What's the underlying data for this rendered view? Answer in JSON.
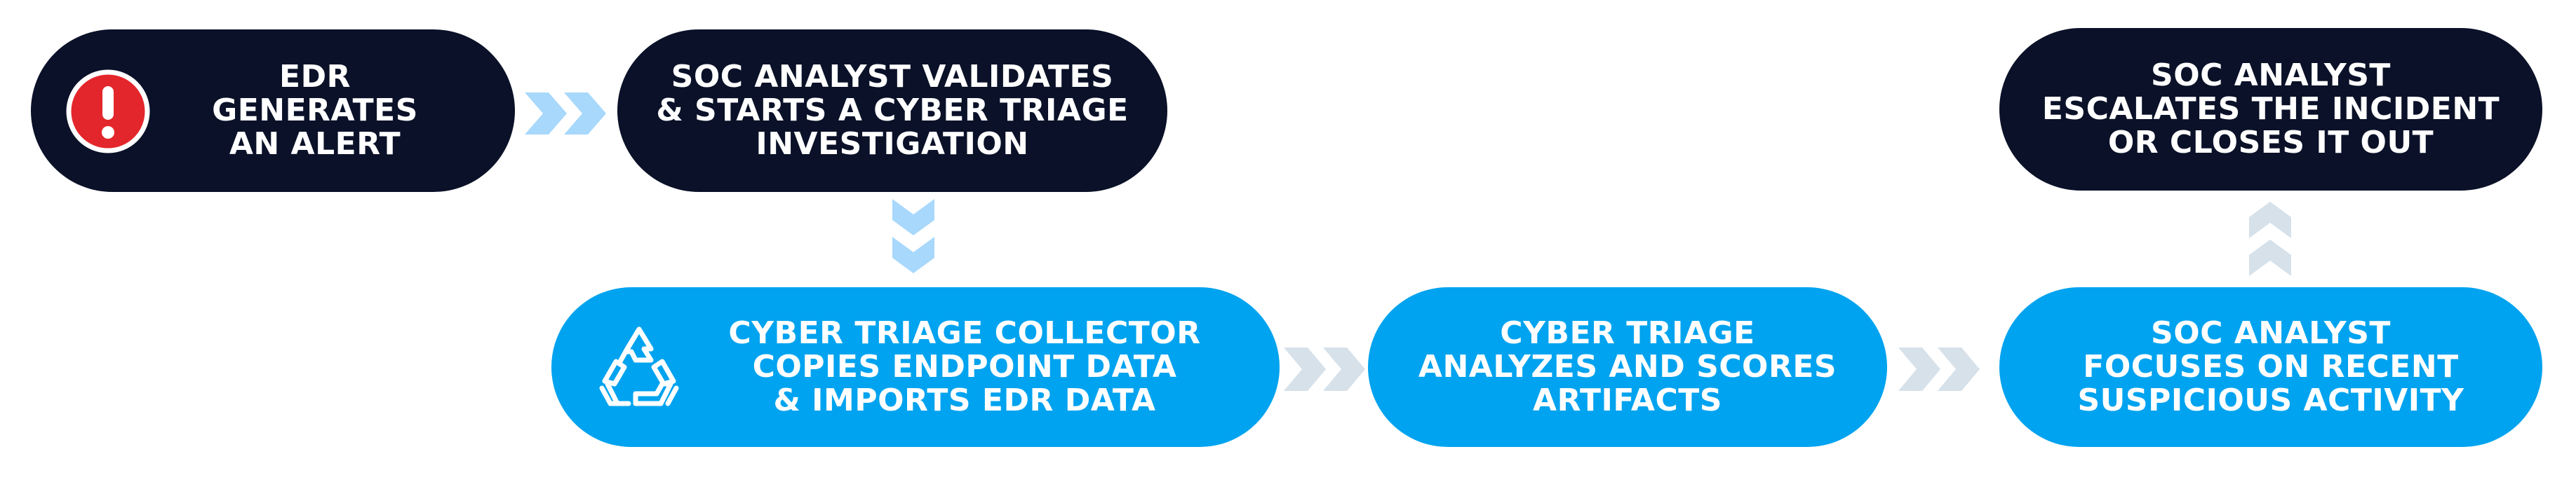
{
  "colors": {
    "dark_node": "#0a1128",
    "blue_node": "#00a3ef",
    "arrow_light_blue": "#a8d8fb",
    "arrow_grey": "#d6e1ea",
    "alert_red": "#e3262b",
    "text": "#ffffff"
  },
  "nodes": {
    "edr_alert": {
      "icon": "alert-exclamation-icon",
      "lines": [
        "EDR",
        "GENERATES",
        "AN ALERT"
      ]
    },
    "soc_validates": {
      "lines": [
        "SOC ANALYST VALIDATES",
        "& STARTS A CYBER TRIAGE",
        "INVESTIGATION"
      ]
    },
    "collector": {
      "icon": "recycle-hexagon-icon",
      "lines": [
        "CYBER TRIAGE COLLECTOR",
        "COPIES ENDPOINT DATA",
        "& IMPORTS EDR DATA"
      ]
    },
    "analyzes": {
      "lines": [
        "CYBER TRIAGE",
        "ANALYZES AND SCORES",
        "ARTIFACTS"
      ]
    },
    "focuses": {
      "lines": [
        "SOC ANALYST",
        "FOCUSES ON RECENT",
        "SUSPICIOUS ACTIVITY"
      ]
    },
    "escalates": {
      "lines": [
        "SOC ANALYST",
        "ESCALATES THE INCIDENT",
        "OR CLOSES IT OUT"
      ]
    }
  },
  "edges": [
    {
      "from": "edr_alert",
      "to": "soc_validates",
      "direction": "right",
      "color": "#a8d8fb"
    },
    {
      "from": "soc_validates",
      "to": "collector",
      "direction": "down",
      "color": "#a8d8fb"
    },
    {
      "from": "collector",
      "to": "analyzes",
      "direction": "right",
      "color": "#d6e1ea"
    },
    {
      "from": "analyzes",
      "to": "focuses",
      "direction": "right",
      "color": "#d6e1ea"
    },
    {
      "from": "focuses",
      "to": "escalates",
      "direction": "up",
      "color": "#d6e1ea"
    }
  ]
}
